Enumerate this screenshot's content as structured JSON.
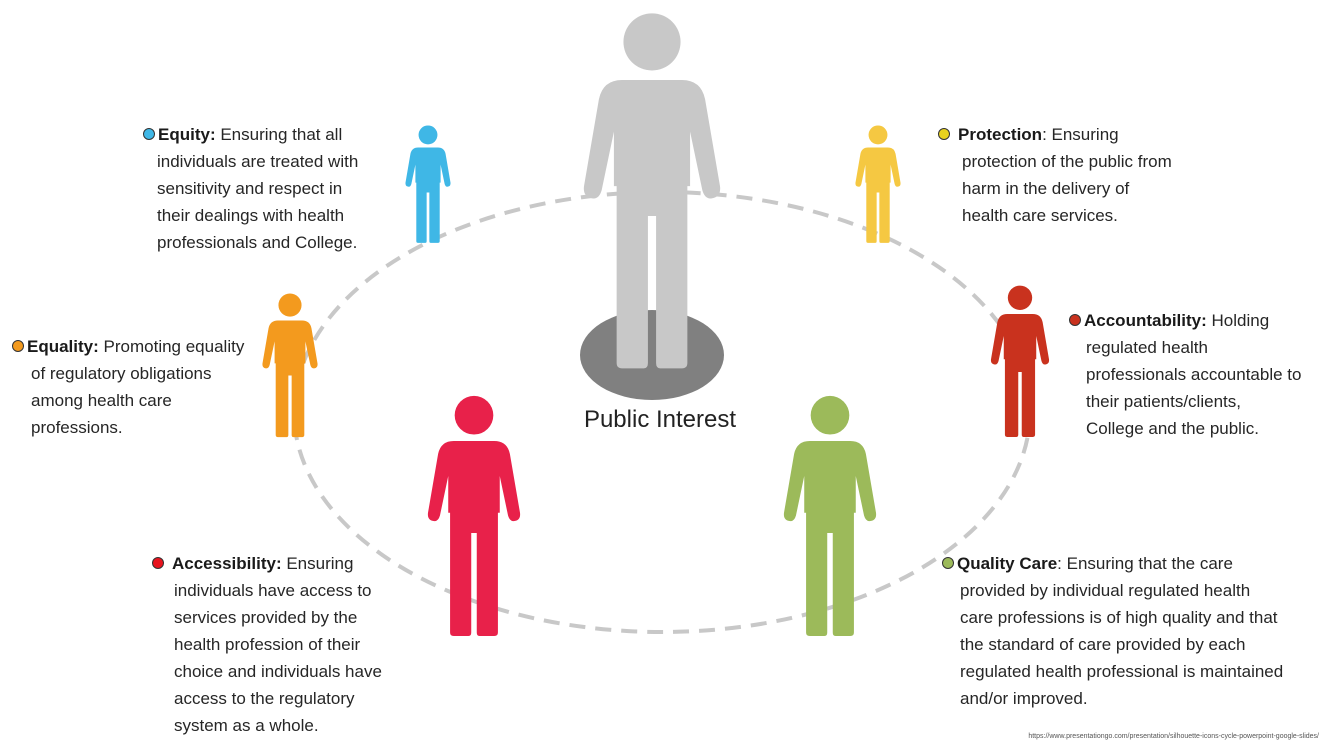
{
  "center": {
    "label": "Public Interest",
    "color": "#c8c8c8",
    "base_color": "#808080"
  },
  "ring": {
    "color": "#c8c8c8",
    "style": "dashed"
  },
  "figures": [
    {
      "name": "figure-equity",
      "color": "#3fb7e6"
    },
    {
      "name": "figure-protection",
      "color": "#f5c842"
    },
    {
      "name": "figure-equality",
      "color": "#f39a1e"
    },
    {
      "name": "figure-accountability",
      "color": "#c9321e"
    },
    {
      "name": "figure-accessibility",
      "color": "#e8214a"
    },
    {
      "name": "figure-quality-care",
      "color": "#9cba5a"
    }
  ],
  "principles": {
    "equity": {
      "dot_color": "#3fb7e6",
      "title": "Equity:",
      "lines": [
        " Ensuring that all",
        "individuals are treated with",
        "sensitivity and respect in",
        "their dealings with health",
        "professionals and College."
      ]
    },
    "protection": {
      "dot_color": "#e8d21e",
      "title": "Protection",
      "lines": [
        ": Ensuring",
        "protection of the public from",
        "harm in the delivery of",
        "health care services."
      ]
    },
    "equality": {
      "dot_color": "#f39a1e",
      "title": "Equality:",
      "lines": [
        " Promoting equality",
        "of regulatory obligations",
        "among health care",
        "professions."
      ]
    },
    "accountability": {
      "dot_color": "#c9321e",
      "title": "Accountability:",
      "lines": [
        " Holding",
        "regulated health",
        "professionals accountable to",
        "their patients/clients,",
        "College and the public."
      ]
    },
    "accessibility": {
      "dot_color": "#e8141e",
      "title": "Accessibility:",
      "lines": [
        " Ensuring",
        "individuals have access to",
        "services provided by the",
        "health profession of their",
        "choice and individuals have",
        "access to the regulatory",
        "system as a whole."
      ]
    },
    "quality_care": {
      "dot_color": "#9cba5a",
      "title": "Quality Care",
      "lines": [
        ": Ensuring that the care",
        "provided by individual regulated health",
        "care professions is of high quality and that",
        "the standard of care provided by each",
        "regulated health professional is maintained",
        "and/or improved."
      ]
    }
  },
  "source_url": "https://www.presentationgo.com/presentation/silhouette-icons-cycle-powerpoint-google-slides/"
}
